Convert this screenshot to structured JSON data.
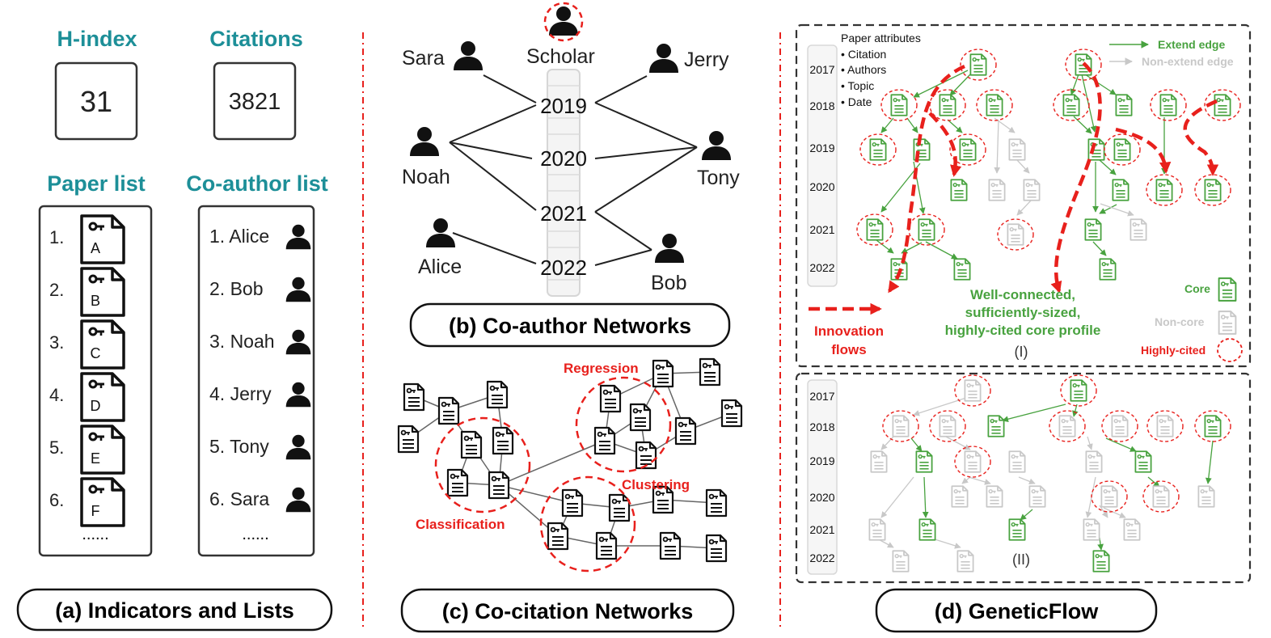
{
  "panel_a": {
    "hindex_label": "H-index",
    "hindex_value": "31",
    "citations_label": "Citations",
    "citations_value": "3821",
    "paper_list_title": "Paper list",
    "coauthor_list_title": "Co-author list",
    "papers": [
      {
        "num": "1.",
        "letter": "A"
      },
      {
        "num": "2.",
        "letter": "B"
      },
      {
        "num": "3.",
        "letter": "C"
      },
      {
        "num": "4.",
        "letter": "D"
      },
      {
        "num": "5.",
        "letter": "E"
      },
      {
        "num": "6.",
        "letter": "F"
      }
    ],
    "coauthors": [
      "1. Alice",
      "2. Bob",
      "3. Noah",
      "4. Jerry",
      "5. Tony",
      "6. Sara"
    ],
    "ellipsis": "......",
    "caption": "(a) Indicators and Lists"
  },
  "panel_b": {
    "people": [
      "Sara",
      "Scholar",
      "Jerry",
      "Noah",
      "Tony",
      "Alice",
      "Bob"
    ],
    "years": [
      "2019",
      "2020",
      "2021",
      "2022"
    ],
    "caption": "(b) Co-author Networks"
  },
  "panel_c": {
    "clusters": [
      "Regression",
      "Clustering",
      "Classification"
    ],
    "caption": "(c) Co-citation Networks"
  },
  "panel_d": {
    "attr_title": "Paper attributes",
    "attributes": [
      "• Citation",
      "• Authors",
      "• Topic",
      "• Date"
    ],
    "years_top": [
      "2017",
      "2018",
      "2019",
      "2020",
      "2021",
      "2022"
    ],
    "years_bottom": [
      "2017",
      "2018",
      "2019",
      "2020",
      "2021",
      "2022"
    ],
    "legend_extend": "Extend edge",
    "legend_nonextend": "Non-extend edge",
    "legend_core": "Core",
    "legend_noncore": "Non-core",
    "legend_highly": "Highly-cited",
    "innovation_line1": "Innovation",
    "innovation_line2": "flows",
    "profile_lines": [
      "Well-connected,",
      "sufficiently-sized,",
      "highly-cited core profile"
    ],
    "label_top": "(I)",
    "label_bottom": "(II)",
    "caption": "(d) GeneticFlow"
  },
  "colors": {
    "teal": "#1d8f98",
    "red": "#e8201c",
    "green": "#48a23f",
    "gray": "#c8c8c8"
  }
}
